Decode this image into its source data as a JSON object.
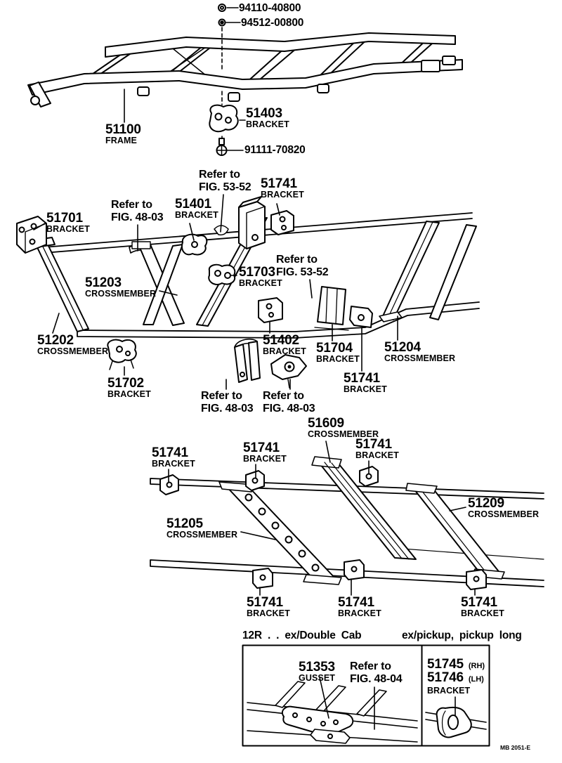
{
  "doc": {
    "code": "MB 2051-E"
  },
  "frame_section": {
    "nut_part": "94110-40800",
    "washer_part": "94512-00800",
    "bracket": {
      "no": "51403",
      "nm": "BRACKET"
    },
    "frame": {
      "no": "51100",
      "nm": "FRAME"
    },
    "bolt_part": "91111-70820"
  },
  "front_section": {
    "refer_top": {
      "l1": "Refer to",
      "l2": "FIG. 53-52"
    },
    "b51741_top": {
      "no": "51741",
      "nm": "BRACKET"
    },
    "refer_left": {
      "l1": "Refer to",
      "l2": "FIG. 48-03"
    },
    "b51401": {
      "no": "51401",
      "nm": "BRACKET"
    },
    "b51701": {
      "no": "51701",
      "nm": "BRACKET"
    },
    "c51203": {
      "no": "51203",
      "nm": "CROSSMEMBER"
    },
    "b51703": {
      "no": "51703",
      "nm": "BRACKET"
    },
    "refer_mid": {
      "l1": "Refer to",
      "l2": "FIG. 53-52"
    },
    "c51202": {
      "no": "51202",
      "nm": "CROSSMEMBER"
    },
    "b51402": {
      "no": "51402",
      "nm": "BRACKET"
    },
    "b51704": {
      "no": "51704",
      "nm": "BRACKET"
    },
    "c51204": {
      "no": "51204",
      "nm": "CROSSMEMBER"
    },
    "b51741_low": {
      "no": "51741",
      "nm": "BRACKET"
    },
    "b51702": {
      "no": "51702",
      "nm": "BRACKET"
    },
    "refer_bot_a": {
      "l1": "Refer to",
      "l2": "FIG. 48-03"
    },
    "refer_bot_b": {
      "l1": "Refer to",
      "l2": "FIG. 48-03"
    }
  },
  "rear_section": {
    "c51609": {
      "no": "51609",
      "nm": "CROSSMEMBER"
    },
    "b51741_a": {
      "no": "51741",
      "nm": "BRACKET"
    },
    "b51741_b": {
      "no": "51741",
      "nm": "BRACKET"
    },
    "b51741_c": {
      "no": "51741",
      "nm": "BRACKET"
    },
    "c51209": {
      "no": "51209",
      "nm": "CROSSMEMBER"
    },
    "c51205": {
      "no": "51205",
      "nm": "CROSSMEMBER"
    },
    "b51741_d": {
      "no": "51741",
      "nm": "BRACKET"
    },
    "b51741_e": {
      "no": "51741",
      "nm": "BRACKET"
    },
    "b51741_f": {
      "no": "51741",
      "nm": "BRACKET"
    }
  },
  "inset": {
    "header_left": "12R . . ex/Double Cab",
    "header_right": "ex/pickup, pickup long",
    "g51353": {
      "no": "51353",
      "nm": "GUSSET"
    },
    "refer": {
      "l1": "Refer to",
      "l2": "FIG. 48-04"
    },
    "rh": {
      "no": "51745",
      "side": "(RH)"
    },
    "lh": {
      "no": "51746",
      "side": "(LH)"
    },
    "bracket_name": "BRACKET"
  }
}
